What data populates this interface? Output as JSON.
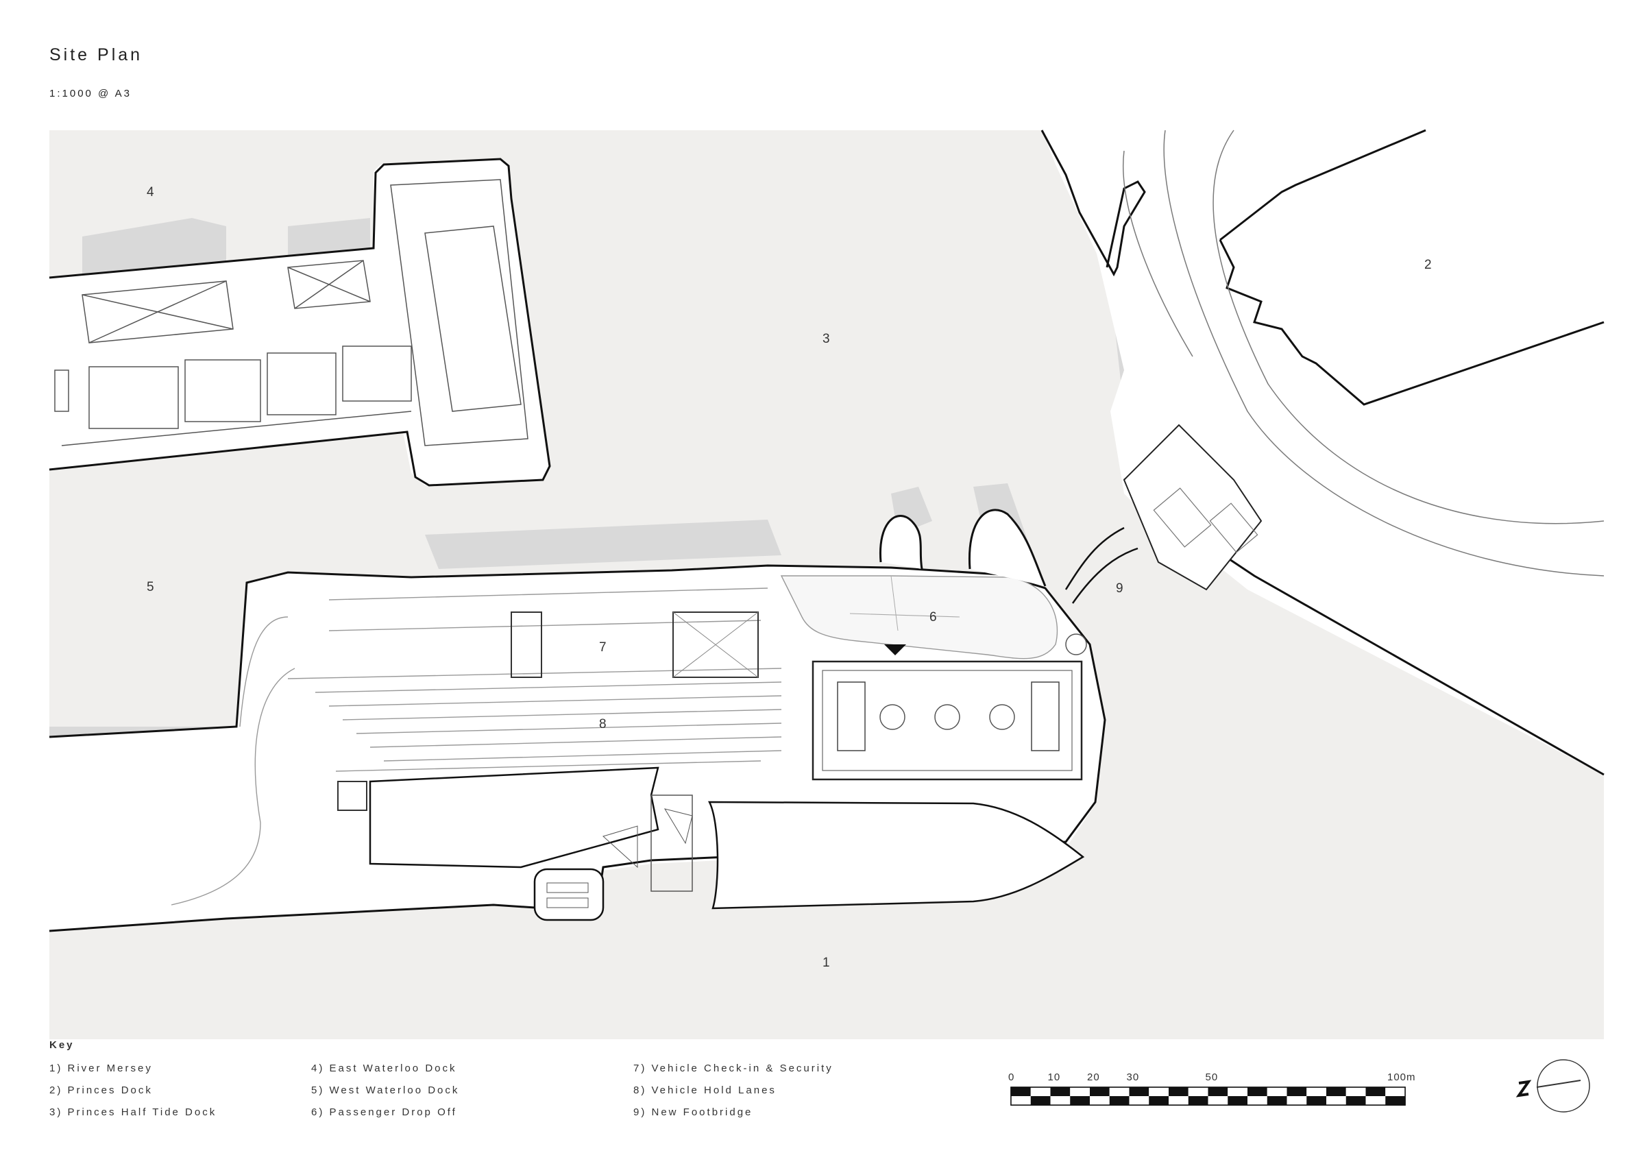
{
  "header": {
    "title": "Site Plan",
    "scale": "1:1000 @ A3"
  },
  "plan_labels": {
    "l1": "1",
    "l2": "2",
    "l3": "3",
    "l4": "4",
    "l5": "5",
    "l6": "6",
    "l7": "7",
    "l8": "8",
    "l9": "9"
  },
  "key": {
    "title": "Key",
    "items": [
      "1) River Mersey",
      "2) Princes Dock",
      "3) Princes Half Tide Dock",
      "4) East Waterloo Dock",
      "5) West Waterloo Dock",
      "6) Passenger Drop Off",
      "7) Vehicle Check-in & Security",
      "8) Vehicle Hold Lanes",
      "9) New Footbridge"
    ]
  },
  "scale_bar": {
    "ticks": [
      "0",
      "10",
      "20",
      "30",
      "50",
      "100m"
    ],
    "tick_values": [
      0,
      10,
      20,
      30,
      50,
      100
    ]
  },
  "colors": {
    "water": "#f0efed",
    "shadow": "#d9d9d9",
    "land": "#ffffff",
    "line": "#111111",
    "thin": "#8a8a8a"
  },
  "icons": {
    "north_arrow": "north-arrow-icon",
    "entrance_marker": "entrance-triangle-icon"
  }
}
